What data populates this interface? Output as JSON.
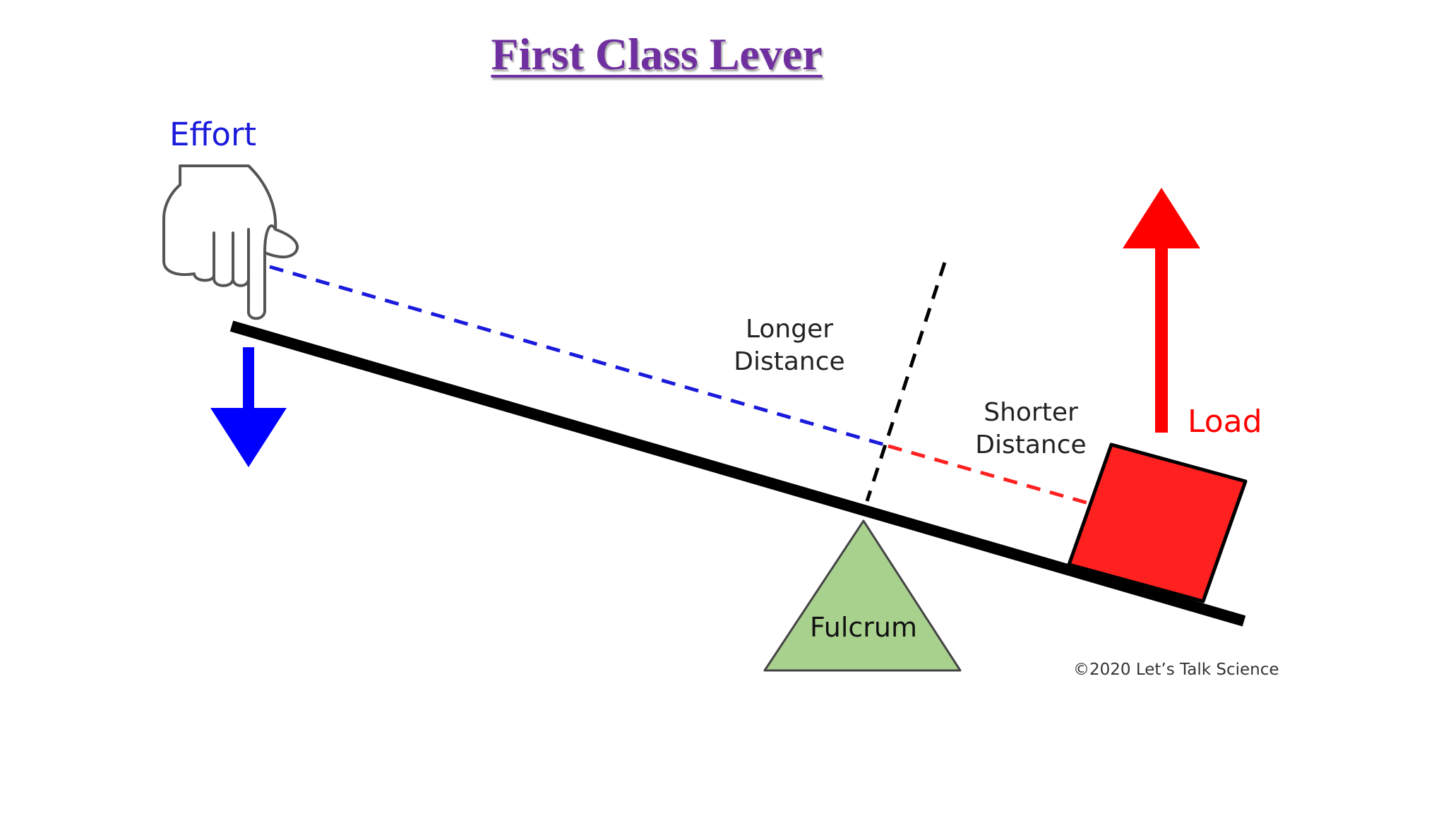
{
  "title": "First Class Lever",
  "labels": {
    "effort": "Effort",
    "longer_line1": "Longer",
    "longer_line2": "Distance",
    "shorter_line1": "Shorter",
    "shorter_line2": "Distance",
    "load": "Load",
    "fulcrum": "Fulcrum",
    "copyright": "©2020 Let’s Talk Science"
  },
  "colors": {
    "title": "#7030a0",
    "effort": "#1a1adc",
    "effort_arrow": "#0000ff",
    "load": "#ff0000",
    "load_box": "#ff2020",
    "fulcrum": "#a9d18e",
    "lever": "#000000"
  },
  "icons": {
    "hand": "pointing-hand-icon",
    "effort_arrow": "down-arrow-icon",
    "load_arrow": "up-arrow-icon"
  }
}
